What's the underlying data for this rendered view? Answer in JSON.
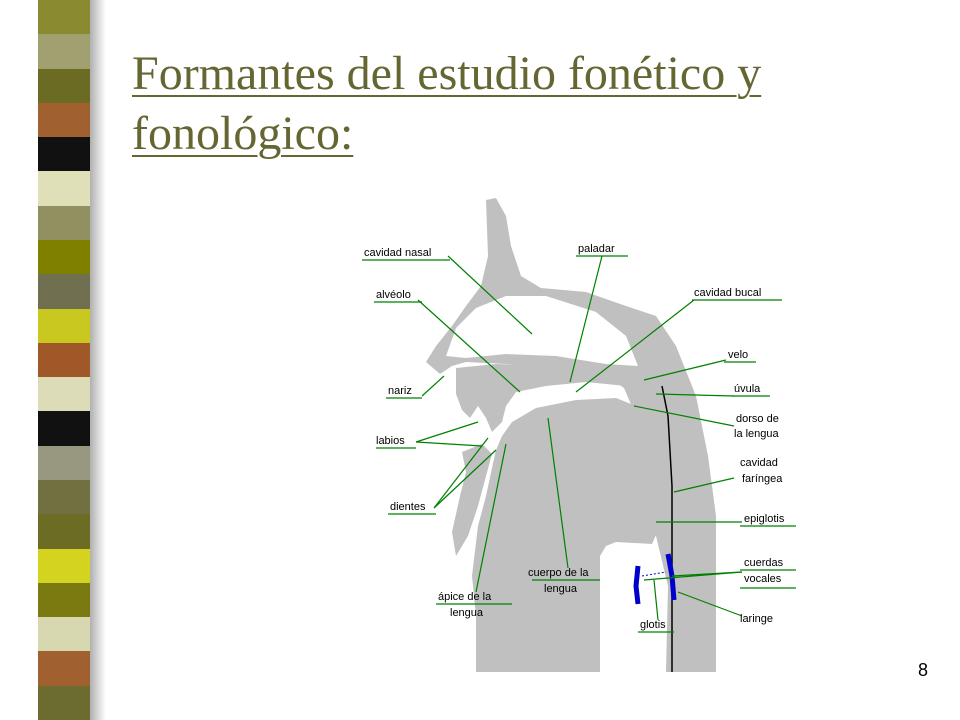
{
  "slide": {
    "title": "Formantes del estudio fonético y fonológico:",
    "page_number": "8"
  },
  "decoration": {
    "strip_colors": [
      "#8a8a30",
      "#a0a070",
      "#6b6b24",
      "#a06030",
      "#111111",
      "#e0e0b8",
      "#909060",
      "#808000",
      "#707050",
      "#c8c820",
      "#a05828",
      "#dcdcb8",
      "#111111",
      "#989880",
      "#707040",
      "#6c6c24",
      "#d4d420",
      "#7a7a10",
      "#d8d8b0",
      "#a06030",
      "#6c6c30"
    ]
  },
  "diagram": {
    "labels": {
      "cavidad_nasal": "cavidad nasal",
      "paladar": "paladar",
      "alveolo": "alvéolo",
      "cavidad_bucal": "cavidad bucal",
      "velo": "velo",
      "nariz": "nariz",
      "uvula": "úvula",
      "dorso_1": "dorso de",
      "dorso_2": "la lengua",
      "labios": "labios",
      "cavidad_far_1": "cavidad",
      "cavidad_far_2": "faríngea",
      "dientes": "dientes",
      "epiglotis": "epiglotis",
      "cuerdas_1": "cuerdas",
      "cuerdas_2": "vocales",
      "cuerpo_1": "cuerpo de la",
      "cuerpo_2": "lengua",
      "apice_1": "ápice de la",
      "apice_2": "lengua",
      "laringe": "laringe",
      "glotis": "glotis"
    },
    "colors": {
      "tissue": "#c0c0c0",
      "vocal_cords": "#0000cc",
      "leader_lines": "#008000"
    }
  }
}
